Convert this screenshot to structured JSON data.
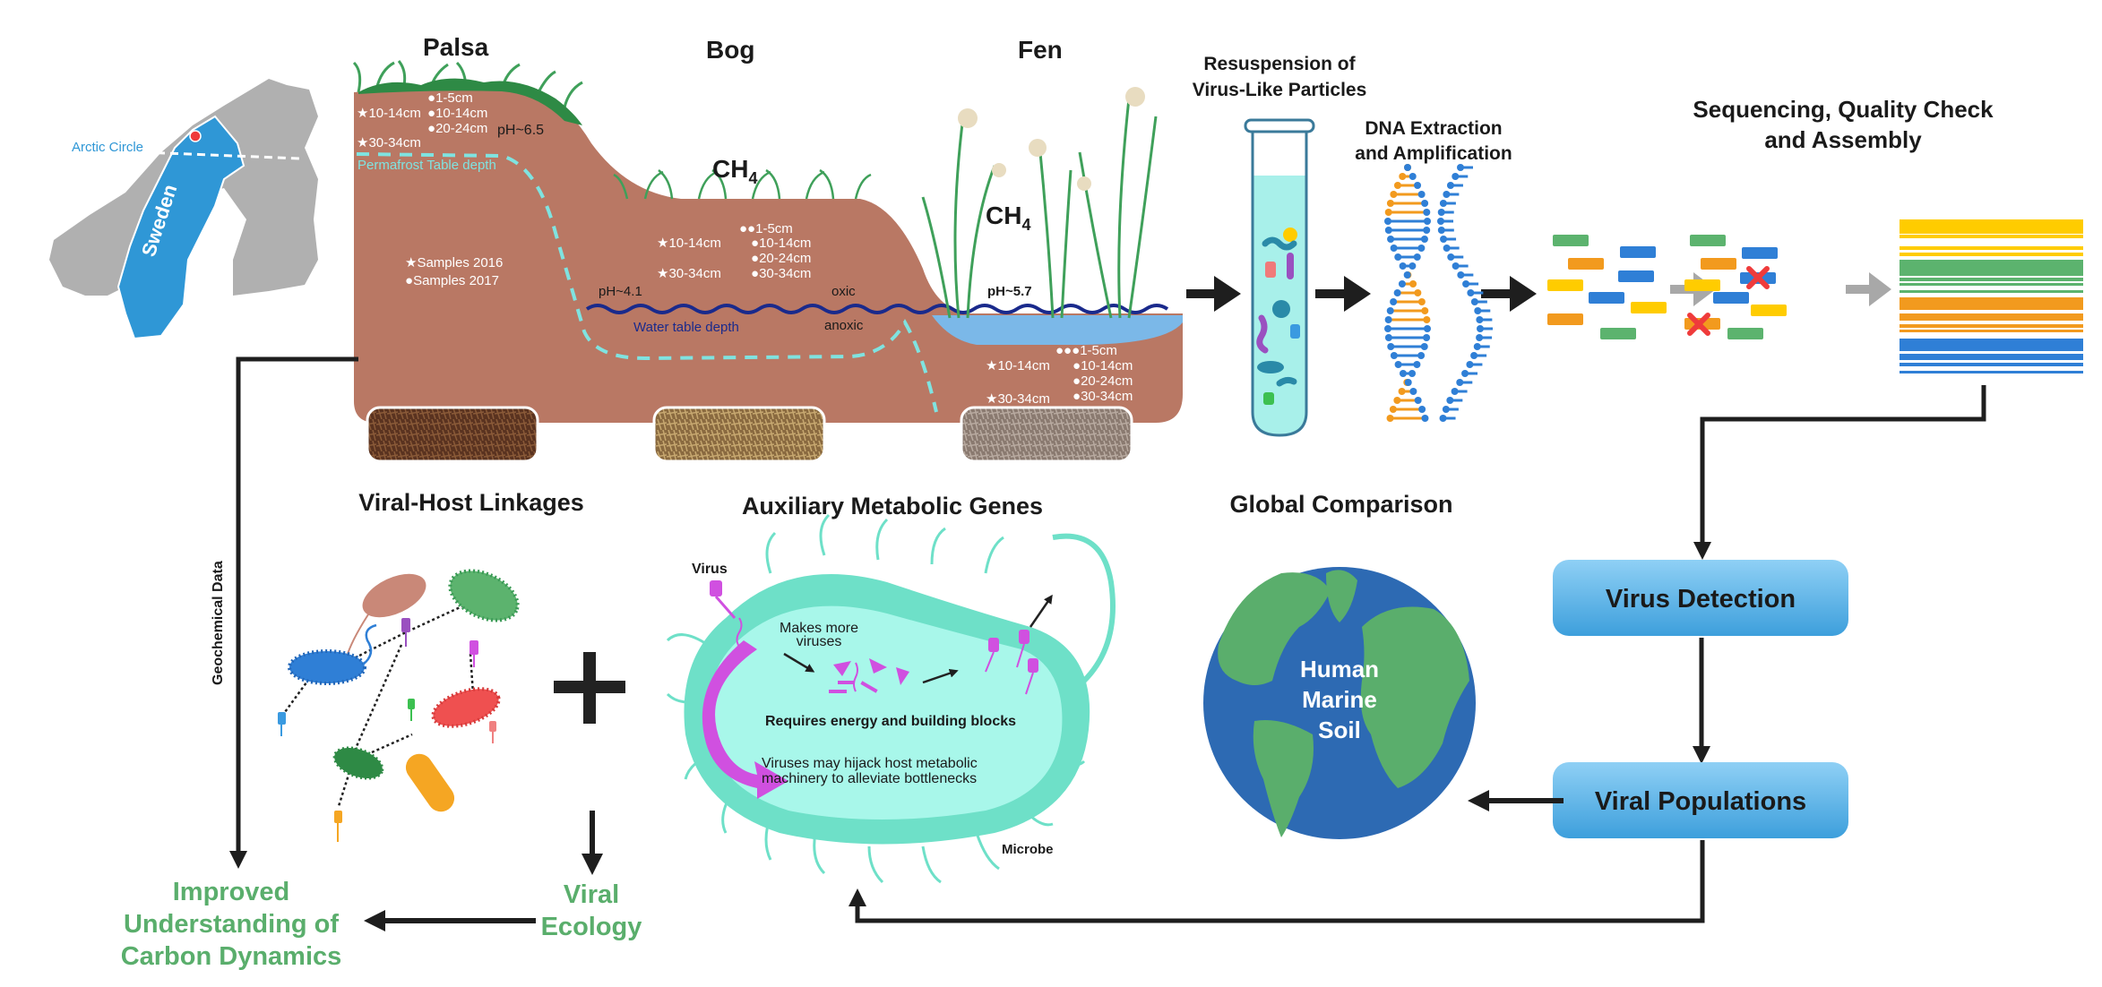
{
  "colors": {
    "soil": "#b97864",
    "permafrost_line": "#7fe3e0",
    "water_line": "#1a2a8c",
    "water": "#7bb8e8",
    "sweden": "#2f97d6",
    "land_gray": "#b0b0b0",
    "marker_red": "#ef3b3b",
    "grass": "#3fa05a",
    "tube_liquid": "#a8f0ea",
    "dna_orange": "#f29a1e",
    "dna_blue": "#2f7fd6",
    "read_green": "#5cb36e",
    "read_blue": "#2f7fd6",
    "read_orange": "#f29a1e",
    "read_yellow": "#ffcc00",
    "box_blue_top": "#8fd0f5",
    "box_blue_bottom": "#3d9fdc",
    "microbe_outer": "#6ee0c8",
    "microbe_inner": "#a8f7ea",
    "virus_magenta": "#d050e0",
    "globe_ocean": "#2d6ab3",
    "globe_land": "#5aae6c",
    "outcome_green": "#5aae6c",
    "arrow": "#1e1e1e",
    "arrow_gray": "#a8a8a8"
  },
  "map": {
    "arctic_circle_label": "Arctic Circle",
    "country_label": "Sweden"
  },
  "sites": {
    "palsa": {
      "title": "Palsa",
      "ph": "pH~6.5",
      "stars": [
        "10-14cm",
        "30-34cm"
      ],
      "dots": [
        "1-5cm",
        "10-14cm",
        "20-24cm"
      ],
      "permafrost_label": "Permafrost Table depth"
    },
    "bog": {
      "title": "Bog",
      "gas": "CH",
      "gas_sub": "4",
      "ph": "pH~4.1",
      "stars": [
        "10-14cm",
        "30-34cm"
      ],
      "dots": [
        "1-5cm",
        "10-14cm",
        "20-24cm",
        "30-34cm"
      ],
      "oxic": "oxic",
      "anoxic": "anoxic",
      "water_table_label": "Water table depth"
    },
    "fen": {
      "title": "Fen",
      "gas": "CH",
      "gas_sub": "4",
      "ph": "pH~5.7",
      "stars": [
        "10-14cm",
        "30-34cm"
      ],
      "dots": [
        "1-5cm",
        "10-14cm",
        "20-24cm",
        "30-34cm"
      ]
    },
    "legend": {
      "star_label": "Samples 2016",
      "dot_label": "Samples 2017"
    }
  },
  "pipeline": {
    "resuspension_title": [
      "Resuspension of",
      "Virus-Like Particles"
    ],
    "dna_title": [
      "DNA Extraction",
      "and Amplification"
    ],
    "sequencing_title": [
      "Sequencing, Quality Check",
      "and Assembly"
    ],
    "virus_detection": "Virus Detection",
    "viral_populations": "Viral Populations"
  },
  "analyses": {
    "viral_host_title": "Viral-Host Linkages",
    "amg_title": "Auxiliary Metabolic Genes",
    "amg_virus_label": "Virus",
    "amg_makes_more": [
      "Makes more",
      "viruses"
    ],
    "amg_requires": "Requires energy and building blocks",
    "amg_hijack": [
      "Viruses may hijack host metabolic",
      "machinery to alleviate bottlenecks"
    ],
    "amg_microbe_label": "Microbe",
    "global_title": "Global Comparison",
    "global_items": [
      "Human",
      "Marine",
      "Soil"
    ]
  },
  "outcomes": {
    "geochemical_label": "Geochemical Data",
    "viral_ecology": [
      "Viral",
      "Ecology"
    ],
    "carbon": [
      "Improved",
      "Understanding of",
      "Carbon Dynamics"
    ]
  }
}
